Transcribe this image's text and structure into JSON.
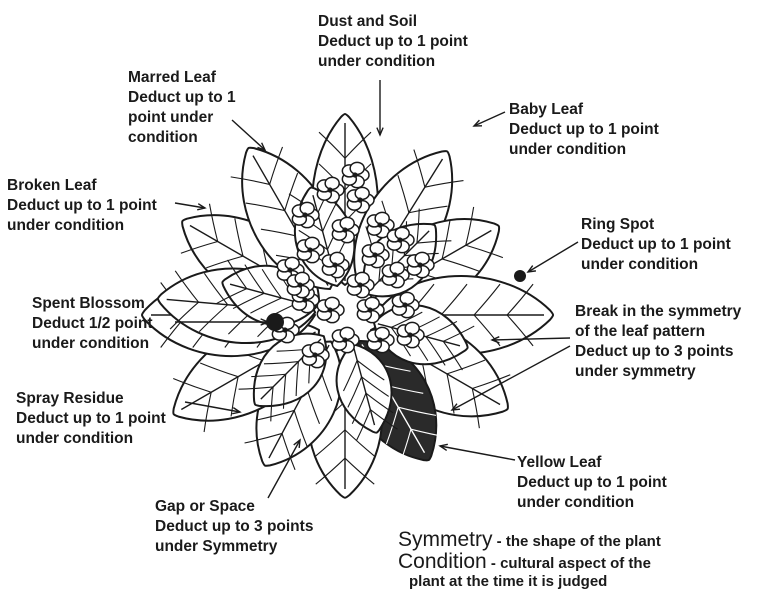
{
  "labels": {
    "dust_soil": [
      "Dust and Soil",
      "Deduct up to 1 point",
      "under condition"
    ],
    "marred_leaf": [
      "Marred Leaf",
      "Deduct up to 1",
      "point under",
      "condition"
    ],
    "baby_leaf": [
      "Baby Leaf",
      "Deduct up to 1 point",
      "under condition"
    ],
    "broken_leaf": [
      "Broken Leaf",
      "Deduct up to 1 point",
      "under condition"
    ],
    "ring_spot": [
      "Ring Spot",
      "Deduct up to 1 point",
      "under condition"
    ],
    "spent_blossom": [
      "Spent Blossom",
      "Deduct 1/2 point",
      "under condition"
    ],
    "symmetry_break": [
      "Break in the symmetry",
      "of the leaf pattern",
      "Deduct up to 3 points",
      "under symmetry"
    ],
    "spray_residue": [
      "Spray Residue",
      "Deduct up to 1 point",
      "under condition"
    ],
    "yellow_leaf": [
      "Yellow Leaf",
      "Deduct up to 1 point",
      "under condition"
    ],
    "gap_space": [
      "Gap or Space",
      "Deduct up to 3 points",
      "under Symmetry"
    ]
  },
  "legend": {
    "symmetry_term": "Symmetry",
    "symmetry_def": " - the shape of the plant",
    "condition_term": "Condition",
    "condition_def": " - cultural aspect of the",
    "condition_cont": "plant at the time it is judged"
  },
  "colors": {
    "ink": "#1a1a1a",
    "paper": "#ffffff"
  }
}
